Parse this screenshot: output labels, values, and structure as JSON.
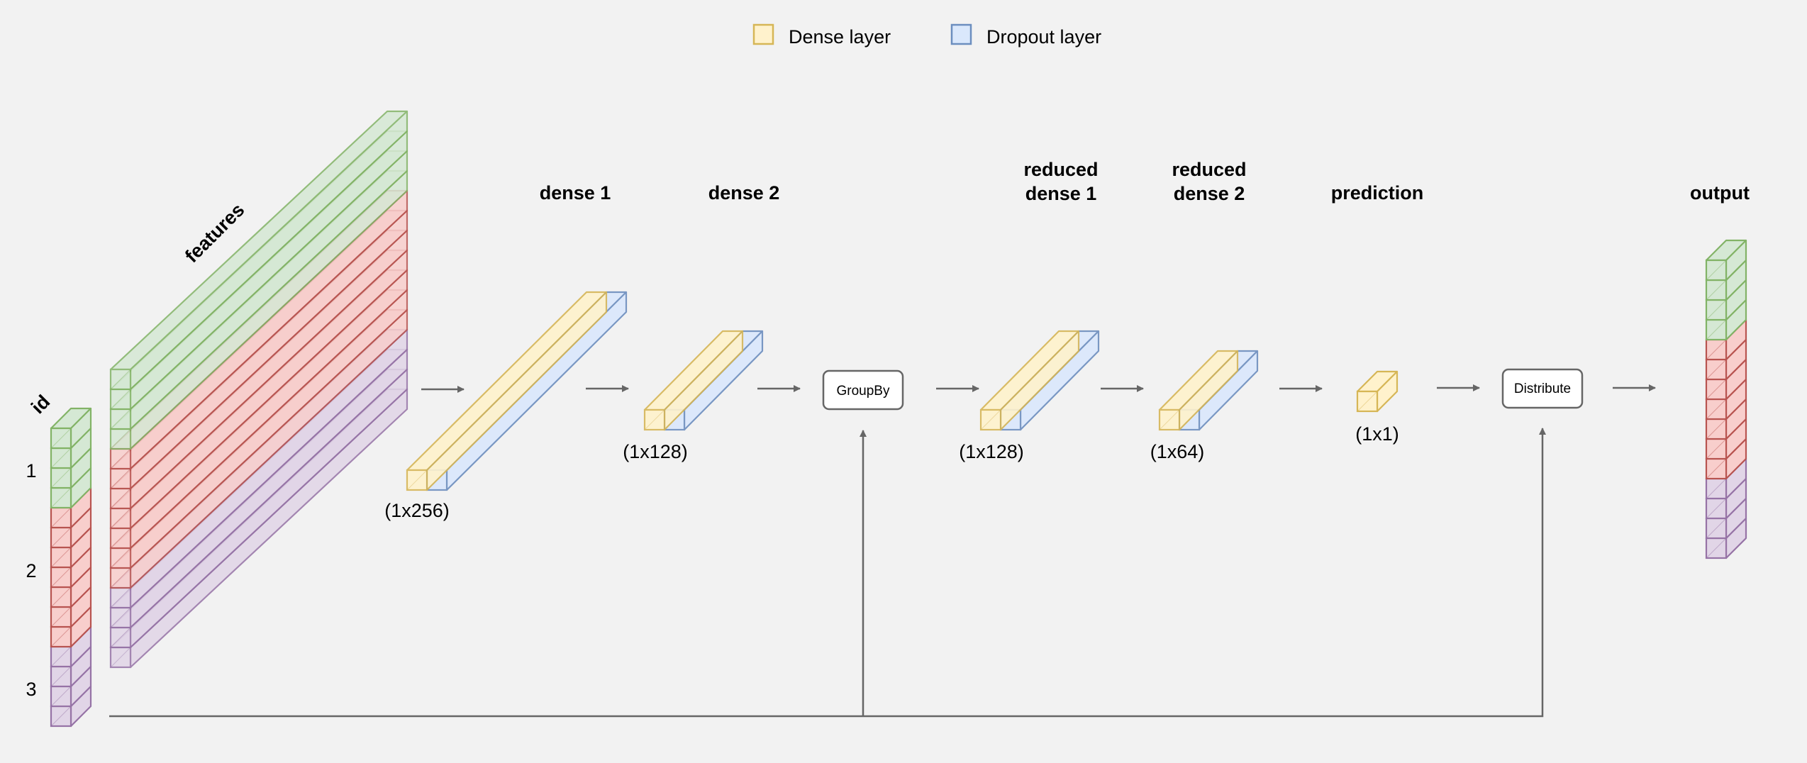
{
  "legend": [
    {
      "label": "Dense layer",
      "fill": "#fff2cc",
      "stroke": "#d6b656"
    },
    {
      "label": "Dropout layer",
      "fill": "#dae8fc",
      "stroke": "#6c8ebf"
    }
  ],
  "palette": {
    "green": {
      "fill": "#d5e8d4",
      "stroke": "#82b366"
    },
    "red": {
      "fill": "#f8cecc",
      "stroke": "#b85450"
    },
    "purple": {
      "fill": "#e1d5e7",
      "stroke": "#9673a6"
    },
    "yellow": {
      "fill": "#fff2cc",
      "stroke": "#d6b656"
    },
    "blue": {
      "fill": "#dae8fc",
      "stroke": "#6c8ebf"
    },
    "arrow": "#666666",
    "background": "#f2f2f2"
  },
  "input": {
    "id_axis_label": "id",
    "features_label": "features",
    "id_labels": [
      "1",
      "2",
      "3"
    ]
  },
  "stages": {
    "dense1": {
      "title": "dense 1",
      "dim": "(1x256)"
    },
    "dense2": {
      "title": "dense 2",
      "dim": "(1x128)"
    },
    "groupby": {
      "label": "GroupBy"
    },
    "reduced1": {
      "title_line1": "reduced",
      "title_line2": "dense 1",
      "dim": "(1x128)"
    },
    "reduced2": {
      "title_line1": "reduced",
      "title_line2": "dense 2",
      "dim": "(1x64)"
    },
    "prediction": {
      "title": "prediction",
      "dim": "(1x1)"
    },
    "distribute": {
      "label": "Distribute"
    },
    "output": {
      "title": "output"
    }
  }
}
